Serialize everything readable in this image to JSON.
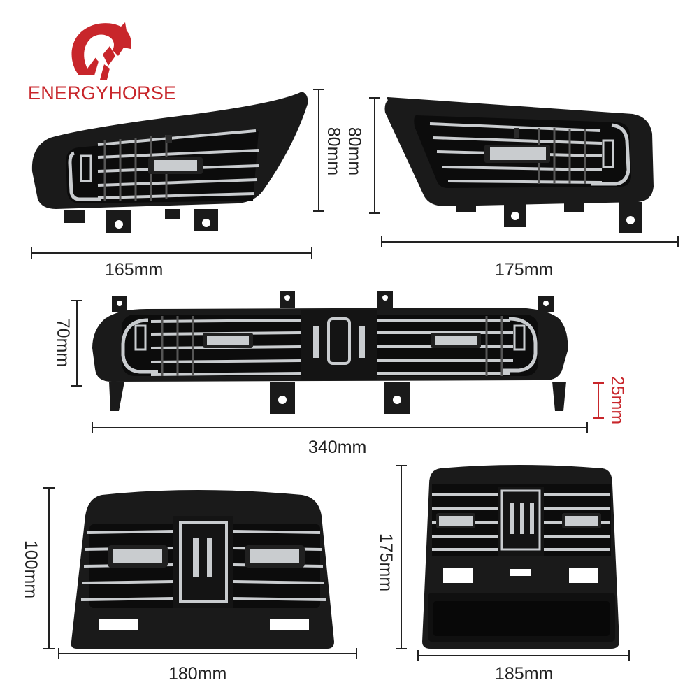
{
  "brand": {
    "name": "ENERGYHORSE",
    "color": "#c8262b",
    "logo_icon": "horse-head-icon"
  },
  "products": [
    {
      "name": "front-left-vent",
      "width_label": "165mm",
      "height_label": "80mm"
    },
    {
      "name": "front-right-vent",
      "width_label": "175mm",
      "height_label": "80mm"
    },
    {
      "name": "center-dash-vent",
      "width_label": "340mm",
      "height_label": "70mm",
      "depth_label": "25mm",
      "depth_color": "#c8262b"
    },
    {
      "name": "rear-console-vent",
      "width_label": "180mm",
      "height_label": "100mm"
    },
    {
      "name": "rear-console-vent-with-tray",
      "width_label": "185mm",
      "height_label": "175mm"
    }
  ],
  "colors": {
    "trim": "#1a1a1a",
    "chrome": "#c9cccf",
    "dimension_line": "#222222"
  }
}
